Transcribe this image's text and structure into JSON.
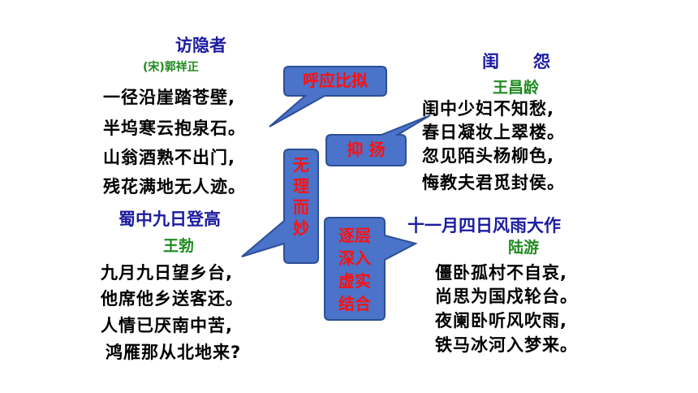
{
  "poems": {
    "fang_yin_zhe": {
      "title": "访隐者",
      "author": "(宋)郭祥正",
      "lines": [
        "一径沿崖踏苍壁,",
        "半坞寒云抱泉石。",
        "山翁酒熟不出门,",
        "残花满地无人迹。"
      ]
    },
    "gui_yuan": {
      "title": "闺　　怨",
      "author": "王昌龄",
      "lines": [
        "闺中少妇不知愁,",
        "春日凝妆上翠楼。",
        "忽见陌头杨柳色,",
        "悔教夫君觅封侯。"
      ]
    },
    "shu_zhong": {
      "title": "蜀中九日登高",
      "author": "王勃",
      "lines": [
        "九月九日望乡台,",
        "他席他乡送客还。",
        "人情已厌南中苦,",
        "鸿雁那从北地来?"
      ]
    },
    "shi_yi_yue": {
      "title": "十一月四日风雨大作",
      "author": "陆游",
      "lines": [
        "僵卧孤村不自哀,",
        "尚思为国戍轮台。",
        "夜阑卧听风吹雨,",
        "铁马冰河入梦来。"
      ]
    }
  },
  "callouts": {
    "hu_ying": "呼应比拟",
    "yi_yang": "抑 扬",
    "wu_li": "无理而妙",
    "zhu_ceng_line1": "逐层",
    "zhu_ceng_line2": "深入",
    "zhu_ceng_line3": "虚实",
    "zhu_ceng_line4": "结合"
  },
  "colors": {
    "callout_fill": "#4a73c9",
    "callout_stroke": "#2c4f97",
    "callout_text": "#ff1010",
    "title": "#1c1ca0",
    "author": "#1e8a1e"
  }
}
